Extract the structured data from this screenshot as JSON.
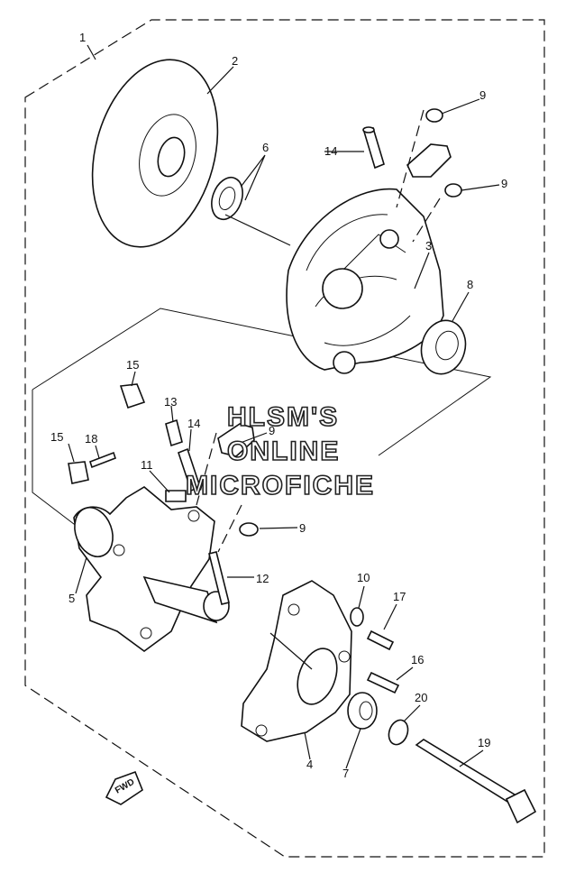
{
  "callouts": [
    {
      "id": "1",
      "text": "1"
    },
    {
      "id": "2",
      "text": "2"
    },
    {
      "id": "3",
      "text": "3"
    },
    {
      "id": "4",
      "text": "4"
    },
    {
      "id": "5",
      "text": "5"
    },
    {
      "id": "6",
      "text": "6"
    },
    {
      "id": "7",
      "text": "7"
    },
    {
      "id": "8",
      "text": "8"
    },
    {
      "id": "9a",
      "text": "9"
    },
    {
      "id": "9b",
      "text": "9"
    },
    {
      "id": "9c",
      "text": "9"
    },
    {
      "id": "9d",
      "text": "9"
    },
    {
      "id": "10",
      "text": "10"
    },
    {
      "id": "11",
      "text": "11"
    },
    {
      "id": "12",
      "text": "12"
    },
    {
      "id": "13",
      "text": "13"
    },
    {
      "id": "14a",
      "text": "14"
    },
    {
      "id": "14b",
      "text": "14"
    },
    {
      "id": "15a",
      "text": "15"
    },
    {
      "id": "15b",
      "text": "15"
    },
    {
      "id": "16",
      "text": "16"
    },
    {
      "id": "17",
      "text": "17"
    },
    {
      "id": "18",
      "text": "18"
    },
    {
      "id": "19",
      "text": "19"
    },
    {
      "id": "20",
      "text": "20"
    }
  ],
  "watermark": {
    "line1": "HLSM'S",
    "line2": "ONLINE",
    "line3": "MICROFICHE"
  },
  "direction_badge": "FWD"
}
